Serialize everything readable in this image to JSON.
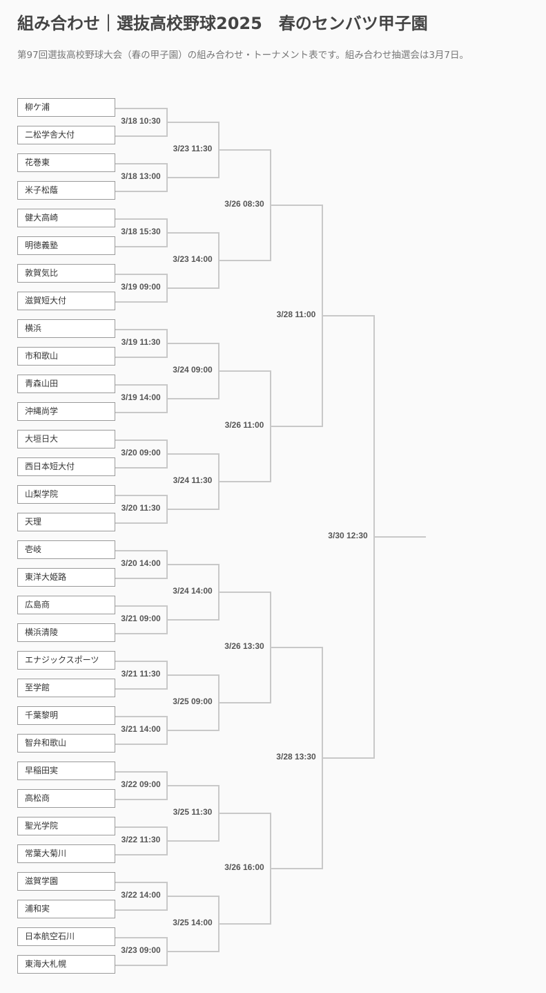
{
  "title": "組み合わせ｜選抜高校野球2025　春のセンバツ甲子園",
  "subtitle": "第97回選抜高校野球大会（春の甲子園）の組み合わせ・トーナメント表です。組み合わせ抽選会は3月7日。",
  "line_color": "#c8c8c8",
  "teams": [
    "柳ケ浦",
    "二松学舎大付",
    "花巻東",
    "米子松蔭",
    "健大高崎",
    "明徳義塾",
    "敦賀気比",
    "滋賀短大付",
    "横浜",
    "市和歌山",
    "青森山田",
    "沖縄尚学",
    "大垣日大",
    "西日本短大付",
    "山梨学院",
    "天理",
    "壱岐",
    "東洋大姫路",
    "広島商",
    "横浜清陵",
    "エナジックスポーツ",
    "至学館",
    "千葉黎明",
    "智弁和歌山",
    "早稲田実",
    "高松商",
    "聖光学院",
    "常葉大菊川",
    "滋賀学園",
    "浦和実",
    "日本航空石川",
    "東海大札幌"
  ],
  "rounds": [
    [
      "3/18 10:30",
      "3/18 13:00",
      "3/18 15:30",
      "3/19 09:00",
      "3/19 11:30",
      "3/19 14:00",
      "3/20 09:00",
      "3/20 11:30",
      "3/20 14:00",
      "3/21 09:00",
      "3/21 11:30",
      "3/21 14:00",
      "3/22 09:00",
      "3/22 11:30",
      "3/22 14:00",
      "3/23 09:00"
    ],
    [
      "3/23 11:30",
      "3/23 14:00",
      "3/24 09:00",
      "3/24 11:30",
      "3/24 14:00",
      "3/25 09:00",
      "3/25 11:30",
      "3/25 14:00"
    ],
    [
      "3/26 08:30",
      "3/26 11:00",
      "3/26 13:30",
      "3/26 16:00"
    ],
    [
      "3/28 11:00",
      "3/28 13:30"
    ],
    [
      "3/30 12:30"
    ]
  ]
}
